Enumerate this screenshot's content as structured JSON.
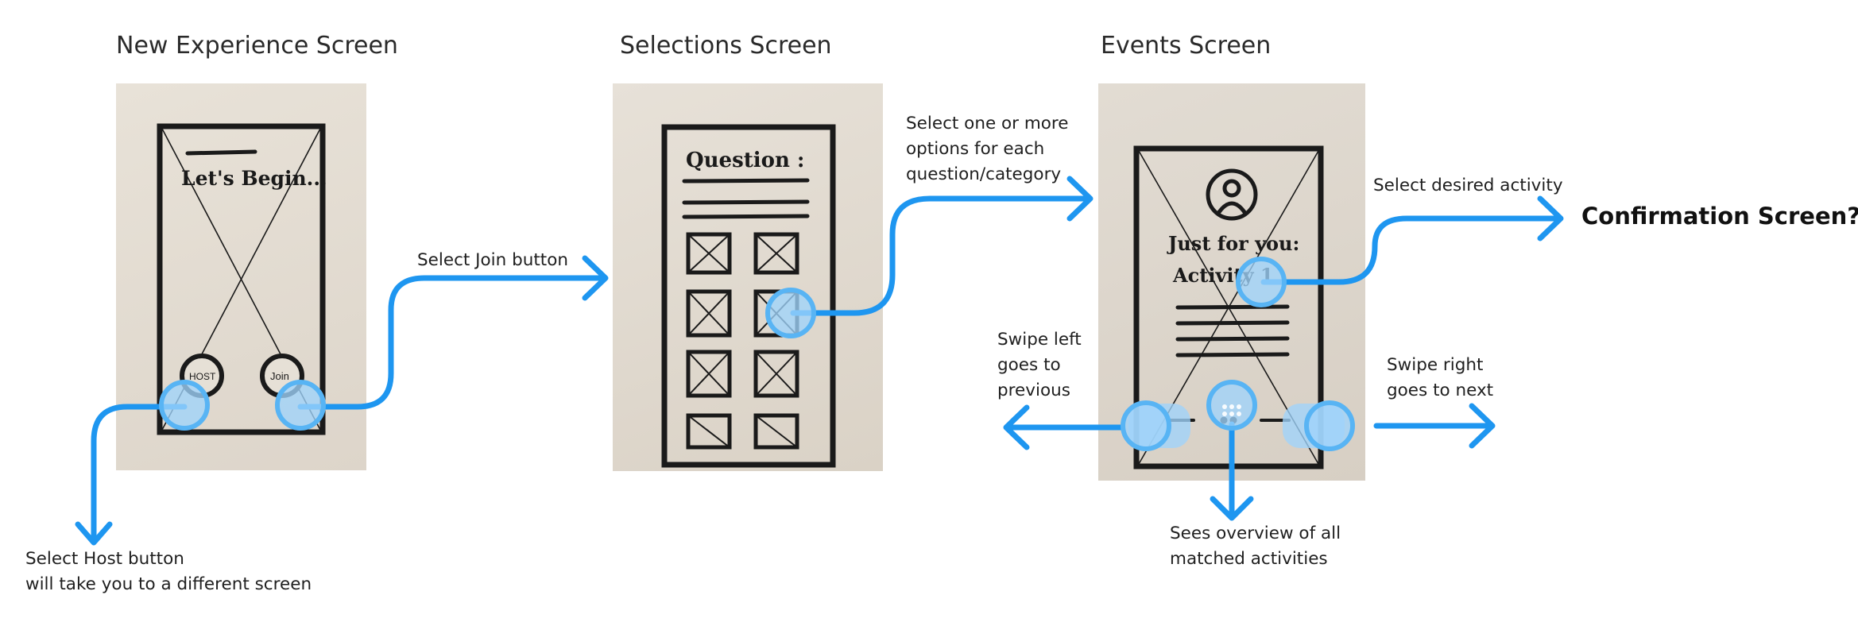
{
  "screens": {
    "new_experience": {
      "title": "New Experience Screen",
      "sketch_heading": "Let's Begin...",
      "host_label": "HOST",
      "join_label": "Join"
    },
    "selections": {
      "title": "Selections Screen",
      "sketch_heading": "Question :"
    },
    "events": {
      "title": "Events Screen",
      "sketch_heading_1": "Just for you:",
      "sketch_heading_2": "Activity 1"
    },
    "confirmation": {
      "title": "Confirmation Screen?"
    }
  },
  "annotations": {
    "select_join": "Select Join button",
    "select_host_line1": "Select Host button",
    "select_host_line2": "will take you to a different screen",
    "select_options_line1": "Select one or more",
    "select_options_line2": "options for each",
    "select_options_line3": "question/category",
    "select_activity": "Select desired activity",
    "swipe_left_line1": "Swipe left",
    "swipe_left_line2": "goes to",
    "swipe_left_line3": "previous",
    "swipe_right_line1": "Swipe right",
    "swipe_right_line2": "goes to next",
    "overview_line1": "Sees overview of all",
    "overview_line2": "matched activities"
  },
  "colors": {
    "flow_line": "#1e96f0",
    "touch_fill": "#9fd3fb",
    "touch_stroke": "#58b4f4"
  }
}
